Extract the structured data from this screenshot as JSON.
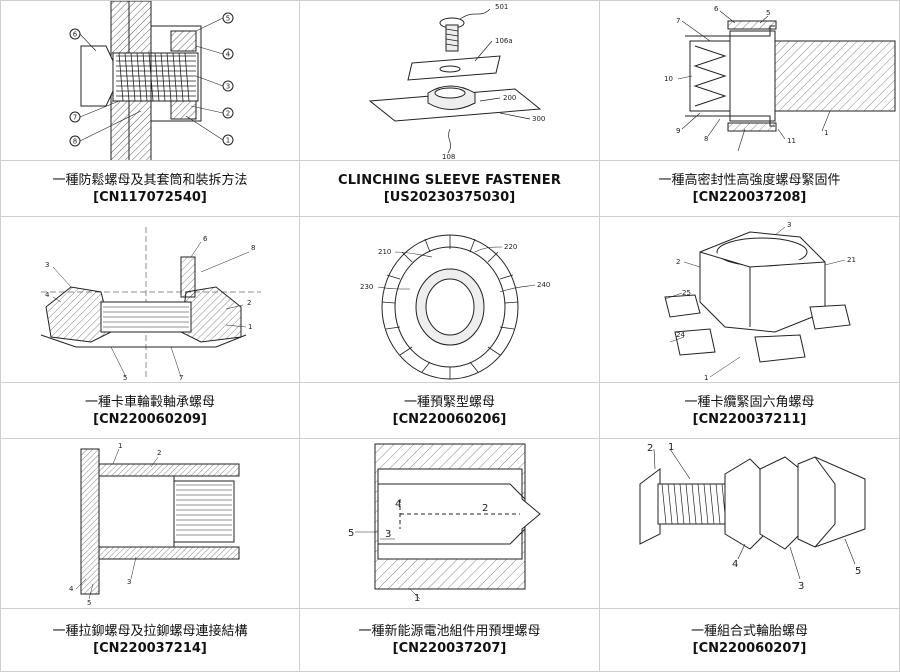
{
  "items": [
    {
      "title": "一種防鬆螺母及其套筒和裝拆方法",
      "patent": "[CN117072540]",
      "labels": [
        "6",
        "5",
        "4",
        "3",
        "2",
        "1",
        "7",
        "8"
      ]
    },
    {
      "title": "CLINCHING SLEEVE FASTENER",
      "patent": "[US20230375030]",
      "labels": [
        "501",
        "106a",
        "200",
        "300",
        "108"
      ]
    },
    {
      "title": "一種高密封性高強度螺母緊固件",
      "patent": "[CN220037208]",
      "labels": [
        "7",
        "6",
        "5",
        "10",
        "9",
        "8",
        "11",
        "1"
      ]
    },
    {
      "title": "一種卡車輪轂軸承螺母",
      "patent": "[CN220060209]",
      "labels": [
        "6",
        "8",
        "3",
        "4",
        "2",
        "1",
        "5",
        "7"
      ]
    },
    {
      "title": "一種預緊型螺母",
      "patent": "[CN220060206]",
      "labels": [
        "210",
        "220",
        "230",
        "240"
      ]
    },
    {
      "title": "一種卡纜緊固六角螺母",
      "patent": "[CN220037211]",
      "labels": [
        "3",
        "2",
        "21",
        "25",
        "24",
        "1"
      ]
    },
    {
      "title": "一種拉鉚螺母及拉鉚螺母連接結構",
      "patent": "[CN220037214]",
      "labels": [
        "1",
        "2",
        "3",
        "4",
        "5"
      ]
    },
    {
      "title": "一種新能源電池組件用預埋螺母",
      "patent": "[CN220037207]",
      "labels": [
        "4",
        "2",
        "5",
        "3",
        "1"
      ]
    },
    {
      "title": "一種組合式輪胎螺母",
      "patent": "[CN220060207]",
      "labels": [
        "2",
        "1",
        "4",
        "3",
        "5"
      ]
    }
  ]
}
